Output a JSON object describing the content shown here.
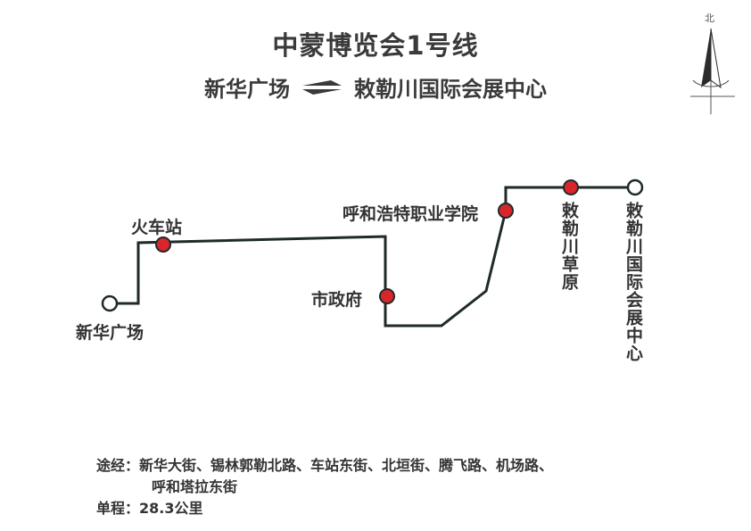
{
  "title": "中蒙博览会1号线",
  "route": {
    "from": "新华广场",
    "to": "敕勒川国际会展中心"
  },
  "compass_label": "北",
  "stops": [
    {
      "name": "新华广场",
      "type": "terminal"
    },
    {
      "name": "火车站",
      "type": "stop"
    },
    {
      "name": "市政府",
      "type": "stop"
    },
    {
      "name": "呼和浩特职业学院",
      "type": "stop"
    },
    {
      "name": "敕勒川草原",
      "type": "stop"
    },
    {
      "name": "敕勒川国际会展中心",
      "type": "terminal"
    }
  ],
  "info": {
    "via_label": "途经：",
    "via_line1": "新华大街、锡林郭勒北路、车站东街、北垣街、腾飞路、机场路、",
    "via_line2": "呼和塔拉东街",
    "distance_label": "单程：",
    "distance_value": "28.3公里"
  },
  "colors": {
    "line": "#1f2a2a",
    "stop_fill": "#d9262b",
    "terminal_fill": "#ffffff",
    "text": "#333333"
  }
}
